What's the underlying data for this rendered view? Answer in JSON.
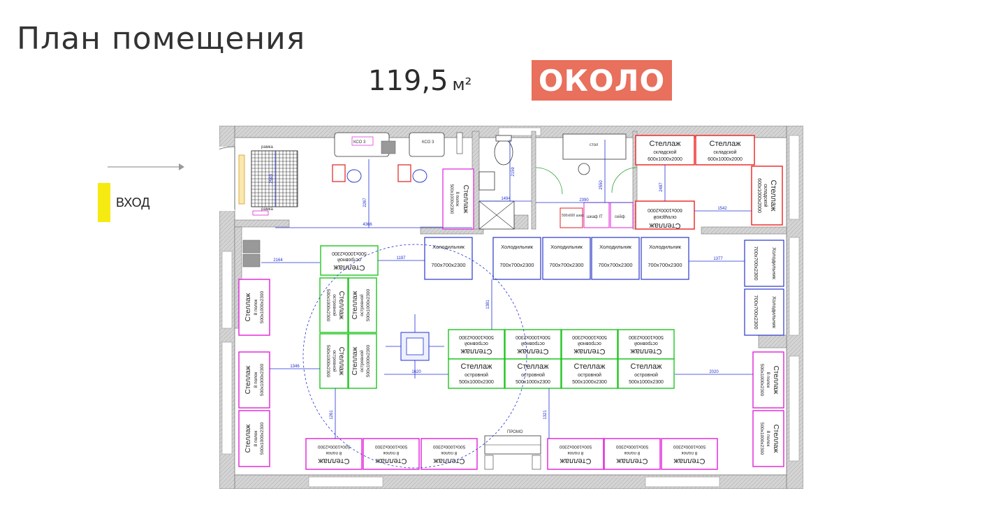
{
  "header": {
    "title": "План помещения",
    "area_value": "119,5",
    "area_unit": "м²",
    "logo_text": "ОКОЛО"
  },
  "entry": {
    "label": "ВХОД",
    "marker_color": "#f5ea11"
  },
  "colors": {
    "island_shelf": "#1ec51e",
    "wall_shelf": "#e020d8",
    "warehouse_shelf": "#ee2020",
    "fridge": "#2a35c8",
    "dimension": "#2030d0",
    "wall_fill": "#d4d4d4",
    "logo_bg": "#e8705c"
  },
  "plan": {
    "shelf_title": "Стеллаж",
    "island_sub": "островной",
    "island_size": "500x1000x2300",
    "wall_sub": "8 полок",
    "wall_size": "500x1000x2300",
    "warehouse_sub": "складской",
    "warehouse_size": "600x1000x2000",
    "fridge_title": "Холодильник",
    "fridge_size": "700x700x2300",
    "backroom_shelf_size": "500x1000x2300",
    "labels": {
      "frame": "рамка",
      "table": "стол",
      "it_cabinet": "шкаф IT",
      "safe": "сейф",
      "promo": "ПРОМО",
      "kso": "КСО 3",
      "sink_cabinet": "500x600 шкаф"
    },
    "dimensions": {
      "d4366": "4366",
      "d2267": "2267",
      "d2593": "2593",
      "d1494": "1494",
      "d2159": "2159",
      "d2390": "2390",
      "d2550": "2550",
      "d2487": "2487",
      "d1542": "1542",
      "d2164": "2164",
      "d1197": "1197",
      "d1377": "1377",
      "d1381": "1381",
      "d1346": "1346",
      "d1620": "1620",
      "d2020": "2020",
      "d1261": "1261",
      "d1321": "1321"
    }
  }
}
